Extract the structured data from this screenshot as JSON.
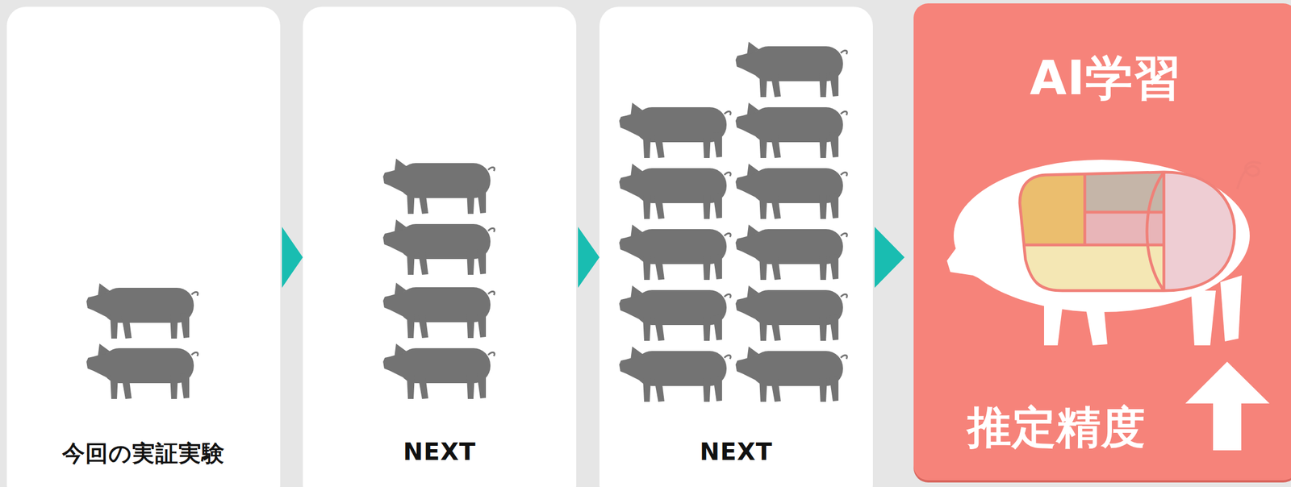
{
  "diagram": {
    "nodes": [
      {
        "text": [
          "今回の実証実験"
        ]
      },
      {
        "text": [
          "NEXT"
        ]
      },
      {
        "text": [
          "NEXT"
        ]
      },
      {
        "text": [
          "AI学習",
          "推定精度"
        ]
      }
    ],
    "edges": [
      {
        "from": 0,
        "to": 1,
        "arrow": "to"
      },
      {
        "from": 1,
        "to": 2,
        "arrow": "to"
      },
      {
        "from": 2,
        "to": 3,
        "arrow": "to"
      }
    ]
  }
}
